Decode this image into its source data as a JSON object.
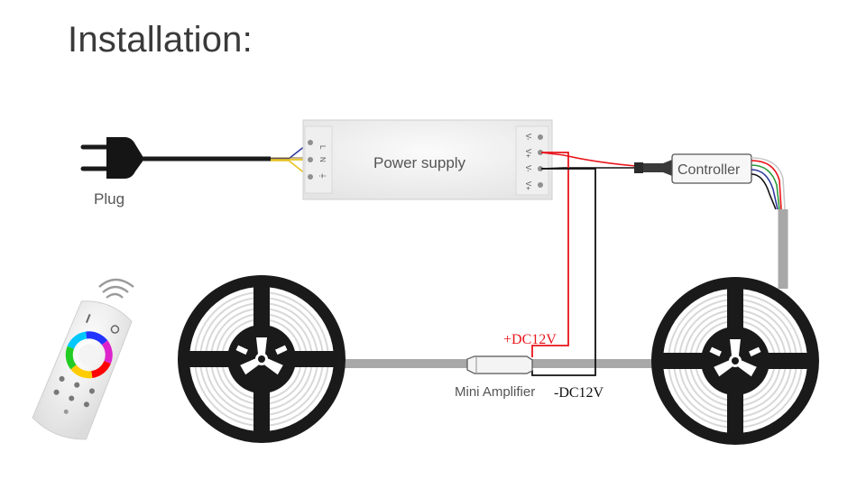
{
  "title": "Installation:",
  "labels": {
    "plug": "Plug",
    "power_supply": "Power supply",
    "controller": "Controller",
    "mini_amplifier": "Mini Amplifier",
    "dc_positive": "+DC12V",
    "dc_negative": "-DC12V"
  },
  "terminals": {
    "input": [
      "L",
      "N",
      "⏚"
    ],
    "output": [
      "V-",
      "V+",
      "V-",
      "V+"
    ]
  },
  "colors": {
    "wire_red": "#e8141b",
    "wire_black": "#111111",
    "wire_blue": "#2f3a9e",
    "wire_yellow": "#e6c21a",
    "wire_green": "#2a9a3a",
    "strip_gray": "#a8a8a8",
    "reel_dark": "#1a1a1a",
    "title_text": "#3a3a3a"
  },
  "icons": [
    "plug-icon",
    "remote-icon",
    "wifi-signal-icon",
    "led-strip-reel-icon",
    "color-wheel-icon"
  ]
}
